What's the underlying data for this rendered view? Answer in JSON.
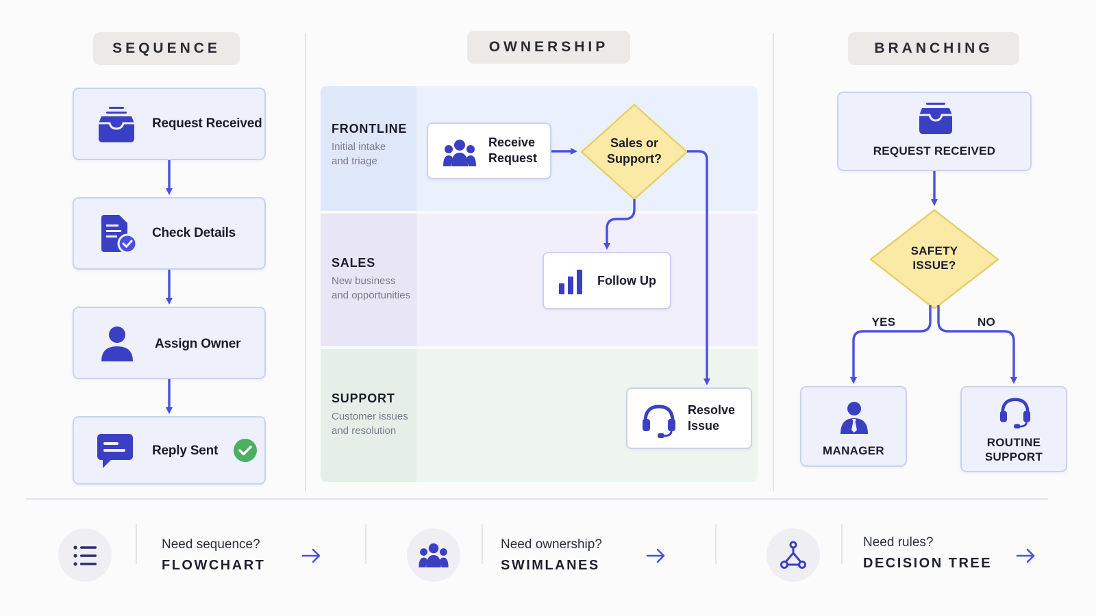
{
  "sections": {
    "sequence": "SEQUENCE",
    "ownership": "OWNERSHIP",
    "branching": "BRANCHING"
  },
  "sequence_steps": [
    {
      "label": "Request Received",
      "icon": "inbox-icon"
    },
    {
      "label": "Check Details",
      "icon": "document-check-icon"
    },
    {
      "label": "Assign Owner",
      "icon": "person-icon"
    },
    {
      "label": "Reply Sent",
      "icon": "chat-icon",
      "status_icon": "check-circle-icon"
    }
  ],
  "swimlanes": [
    {
      "name": "FRONTLINE",
      "desc_line1": "Initial intake",
      "desc_line2": "and triage"
    },
    {
      "name": "SALES",
      "desc_line1": "New business",
      "desc_line2": "and opportunities"
    },
    {
      "name": "SUPPORT",
      "desc_line1": "Customer issues",
      "desc_line2": "and resolution"
    }
  ],
  "ownership_nodes": {
    "receive_line1": "Receive",
    "receive_line2": "Request",
    "decision_line1": "Sales or",
    "decision_line2": "Support?",
    "follow_up": "Follow Up",
    "resolve_line1": "Resolve",
    "resolve_line2": "Issue"
  },
  "branching": {
    "root": "REQUEST RECEIVED",
    "decision_line1": "SAFETY",
    "decision_line2": "ISSUE?",
    "yes": "YES",
    "no": "NO",
    "left_leaf": "MANAGER",
    "right_leaf_line1": "ROUTINE",
    "right_leaf_line2": "SUPPORT"
  },
  "guide": [
    {
      "question": "Need sequence?",
      "answer": "FLOWCHART",
      "icon": "list-icon"
    },
    {
      "question": "Need ownership?",
      "answer": "SWIMLANES",
      "icon": "group-icon"
    },
    {
      "question": "Need rules?",
      "answer": "DECISION TREE",
      "icon": "tree-icon"
    }
  ],
  "colors": {
    "accent": "#4a4fe0",
    "icon": "#3b3fc4",
    "decision_fill": "#fbe9a6",
    "decision_stroke": "#e6cf6c",
    "check_green": "#4caf64",
    "lane_frontline": "#eaf1fd",
    "lane_sales": "#f1effb",
    "lane_support": "#eef5ef"
  }
}
